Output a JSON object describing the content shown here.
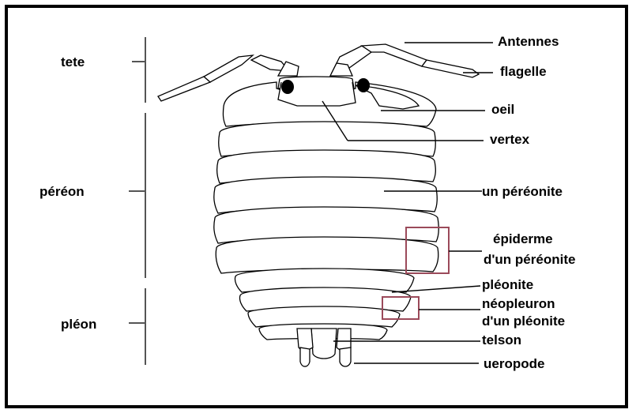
{
  "regions": {
    "tete": "tete",
    "pereon": "péréon",
    "pleon": "pléon"
  },
  "labels": {
    "antennes": "Antennes",
    "flagelle": "flagelle",
    "oeil": "oeil",
    "vertex": "vertex",
    "pereonite": "un péréonite",
    "epiderme_line1": "épiderme",
    "epiderme_line2": "d'un péréonite",
    "pleonite": "pléonite",
    "neopleuron_line1": "néopleuron",
    "neopleuron_line2": "d'un pléonite",
    "telson": "telson",
    "ueropode": "ueropode"
  },
  "colors": {
    "frame": "#000000",
    "highlight_box": "#9b4a5a"
  }
}
